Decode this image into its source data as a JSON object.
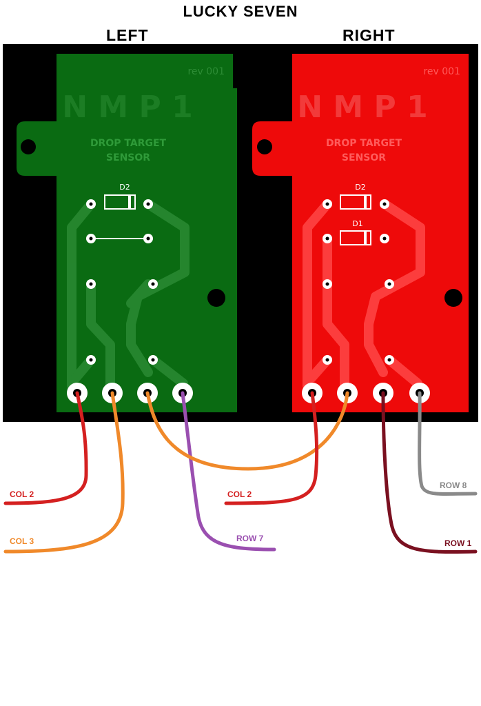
{
  "title": "LUCKY SEVEN",
  "left": {
    "label": "LEFT",
    "board_color": "#0a6b12",
    "revision": "rev 001",
    "board_name": "N M P 1",
    "subtitle_line1": "DROP TARGET",
    "subtitle_line2": "SENSOR",
    "diode_label": "D2"
  },
  "right": {
    "label": "RIGHT",
    "board_color": "#ee0a0a",
    "revision": "rev 001",
    "board_name": "N M P 1",
    "subtitle_line1": "DROP TARGET",
    "subtitle_line2": "SENSOR",
    "diode_top_label": "D2",
    "diode_bottom_label": "D1"
  },
  "wires": {
    "left_col2": {
      "label": "COL 2",
      "color": "#d42020"
    },
    "left_col3": {
      "label": "COL 3",
      "color": "#f0892a"
    },
    "left_row7": {
      "label": "ROW 7",
      "color": "#9a4fb0"
    },
    "right_col2": {
      "label": "COL 2",
      "color": "#d42020"
    },
    "right_row8": {
      "label": "ROW 8",
      "color": "#8a8a8a"
    },
    "right_row1": {
      "label": "ROW 1",
      "color": "#7a1020"
    },
    "link_color": "#f0892a"
  }
}
